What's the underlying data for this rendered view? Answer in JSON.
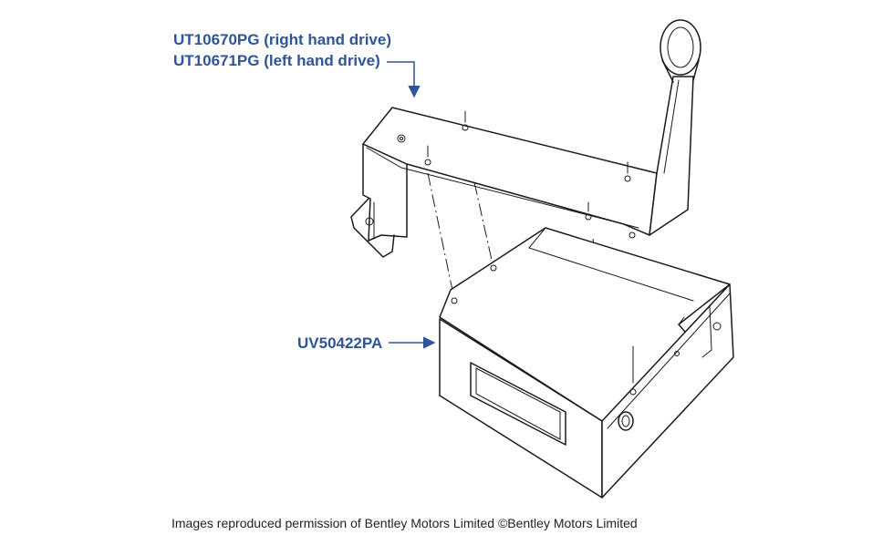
{
  "colors": {
    "label": "#2f5597",
    "line": "#1a1a1a",
    "caption": "#222222"
  },
  "callouts": {
    "rhd": "UT10670PG (right hand drive)",
    "lhd": "UT10671PG (left hand drive)",
    "ecu": "UV50422PA"
  },
  "caption": "Images reproduced permission of Bentley Motors Limited ©Bentley Motors Limited"
}
